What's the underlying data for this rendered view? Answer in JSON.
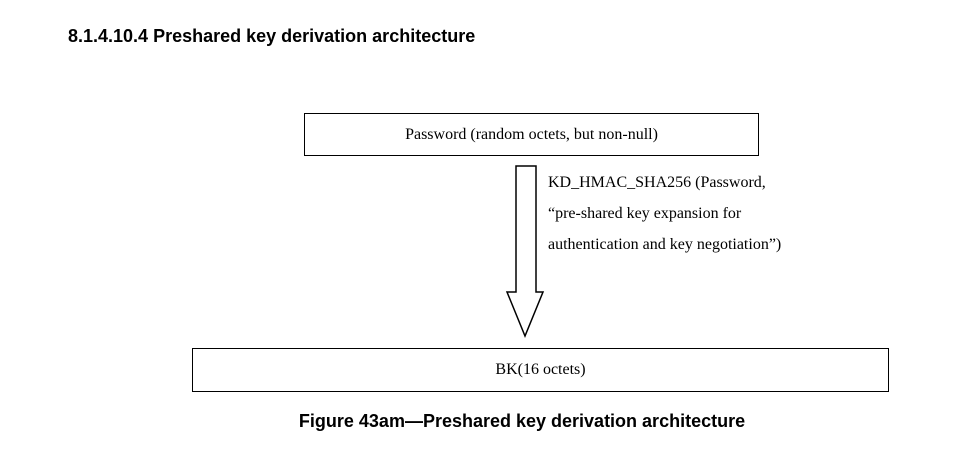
{
  "section": {
    "heading": "8.1.4.10.4 Preshared key derivation architecture"
  },
  "diagram": {
    "input_box": {
      "label": "Password (random octets, but non-null)"
    },
    "derivation": {
      "lines": [
        "KD_HMAC_SHA256 (Password,",
        "“pre-shared key expansion for",
        "authentication and key negotiation”)"
      ]
    },
    "output_box": {
      "label": "BK(16 octets)"
    }
  },
  "figure": {
    "caption": "Figure 43am—Preshared key derivation architecture"
  }
}
